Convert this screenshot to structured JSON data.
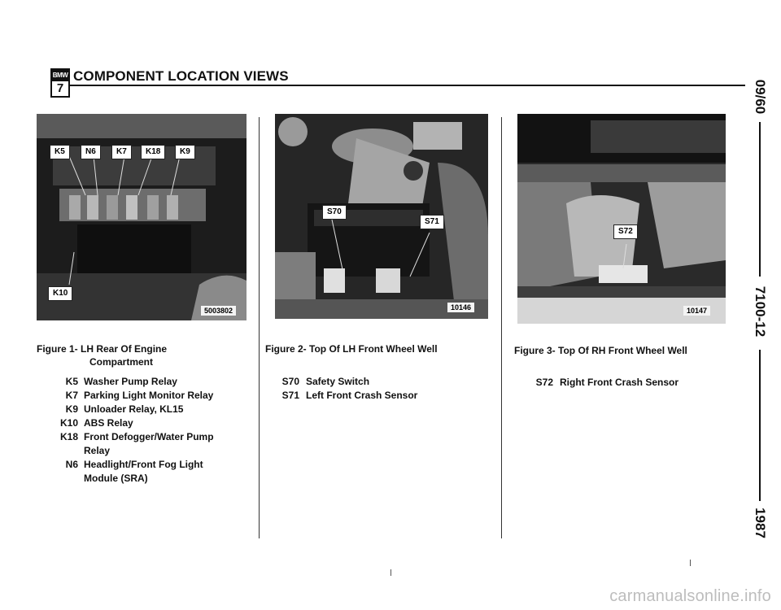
{
  "header": {
    "logo_top": "BMW",
    "logo_num": "7",
    "title": "COMPONENT LOCATION VIEWS"
  },
  "side": {
    "date": "09/60",
    "page": "7100-12",
    "year": "1987"
  },
  "figures": [
    {
      "label": "Figure 1-",
      "title_line1": "LH Rear Of Engine",
      "title_line2": "Compartment",
      "photo_number": "5003802",
      "photo_tags": [
        "K5",
        "N6",
        "K7",
        "K18",
        "K9",
        "K10"
      ],
      "legend": [
        {
          "code": "K5",
          "lines": [
            "Washer Pump Relay"
          ]
        },
        {
          "code": "K7",
          "lines": [
            "Parking Light Monitor Relay"
          ]
        },
        {
          "code": "K9",
          "lines": [
            "Unloader Relay, KL15"
          ]
        },
        {
          "code": "K10",
          "lines": [
            "ABS Relay"
          ]
        },
        {
          "code": "K18",
          "lines": [
            "Front Defogger/Water Pump",
            "Relay"
          ]
        },
        {
          "code": "N6",
          "lines": [
            "Headlight/Front Fog Light",
            "Module (SRA)"
          ]
        }
      ]
    },
    {
      "label": "Figure 2-",
      "title_line1": "Top Of LH Front Wheel Well",
      "photo_number": "10146",
      "photo_tags": [
        "S70",
        "S71"
      ],
      "legend": [
        {
          "code": "S70",
          "lines": [
            "Safety Switch"
          ]
        },
        {
          "code": "S71",
          "lines": [
            "Left Front Crash Sensor"
          ]
        }
      ]
    },
    {
      "label": "Figure 3-",
      "title_line1": "Top Of RH Front Wheel Well",
      "photo_number": "10147",
      "photo_tags": [
        "S72"
      ],
      "legend": [
        {
          "code": "S72",
          "lines": [
            "Right Front Crash Sensor"
          ]
        }
      ]
    }
  ],
  "footer": {
    "watermark": "carmanualsonline.info"
  },
  "colors": {
    "ink": "#111111",
    "photo_dark": "#1b1b1b",
    "watermark": "#bdbdbd"
  }
}
